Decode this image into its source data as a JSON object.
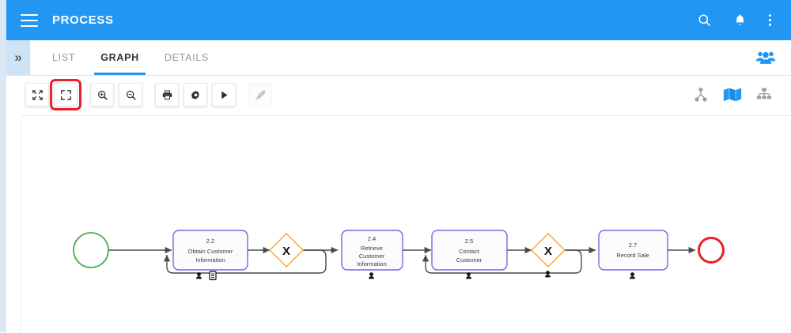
{
  "appbar": {
    "title": "PROCESS",
    "menu_icon": "hamburger-menu-icon",
    "search_icon": "search-icon",
    "notifications_icon": "bell-icon",
    "overflow_icon": "more-vertical-icon",
    "background": "#2196f3"
  },
  "tabbar": {
    "expander_glyph": "»",
    "tabs": [
      {
        "label": "LIST",
        "active": false
      },
      {
        "label": "GRAPH",
        "active": true
      },
      {
        "label": "DETAILS",
        "active": false
      }
    ],
    "people_icon": "group-people-icon",
    "active_color": "#2196f3"
  },
  "toolbar": {
    "buttons": [
      {
        "name": "fit-to-screen-button",
        "icon": "arrows-collapse-icon",
        "highlighted": false,
        "disabled": false
      },
      {
        "name": "fullscreen-button",
        "icon": "fullscreen-icon",
        "highlighted": true,
        "disabled": false
      },
      {
        "name": "zoom-in-button",
        "icon": "zoom-in-icon",
        "highlighted": false,
        "disabled": false
      },
      {
        "name": "zoom-out-button",
        "icon": "zoom-out-icon",
        "highlighted": false,
        "disabled": false
      },
      {
        "name": "print-button",
        "icon": "printer-icon",
        "highlighted": false,
        "disabled": false
      },
      {
        "name": "settings-button",
        "icon": "gear-icon",
        "highlighted": false,
        "disabled": false
      },
      {
        "name": "play-button",
        "icon": "play-triangle-icon",
        "highlighted": false,
        "disabled": false
      },
      {
        "name": "edit-disabled-button",
        "icon": "pen-slash-icon",
        "highlighted": false,
        "disabled": true
      }
    ],
    "highlight_color": "#e8212b",
    "view_modes": [
      {
        "name": "tree-view-icon",
        "icon": "hierarchy-tree-icon",
        "active": false
      },
      {
        "name": "map-view-icon",
        "icon": "folded-map-icon",
        "active": true
      },
      {
        "name": "orgchart-view-icon",
        "icon": "org-chart-icon",
        "active": false
      }
    ]
  },
  "diagram": {
    "type": "bpmn-process-flow",
    "colors": {
      "start_event": "#4caf50",
      "end_event": "#e8212b",
      "task_border": "#6d6ddb",
      "task_fill": "#fbfbfd",
      "gateway_border": "#f5a623",
      "edge": "#4a4a4a"
    },
    "start_event": {
      "name": "start-event",
      "shape": "circle"
    },
    "end_event": {
      "name": "end-event",
      "shape": "circle-thick"
    },
    "tasks": [
      {
        "id": "2.2",
        "lines": [
          "Obtain Customer",
          "Information"
        ],
        "markers": [
          "user-icon",
          "document-icon"
        ]
      },
      {
        "id": "2.4",
        "lines": [
          "Retrieve",
          "Customer",
          "Information"
        ],
        "markers": [
          "user-icon"
        ]
      },
      {
        "id": "2.5",
        "lines": [
          "Contact",
          "Customer"
        ],
        "markers": [
          "user-icon"
        ]
      },
      {
        "id": "2.7",
        "lines": [
          "Record Sale"
        ],
        "markers": [
          "user-icon"
        ]
      }
    ],
    "gateways": [
      {
        "id": "gw-1",
        "label": "X",
        "type": "exclusive"
      },
      {
        "id": "gw-2",
        "label": "X",
        "type": "exclusive"
      }
    ]
  }
}
